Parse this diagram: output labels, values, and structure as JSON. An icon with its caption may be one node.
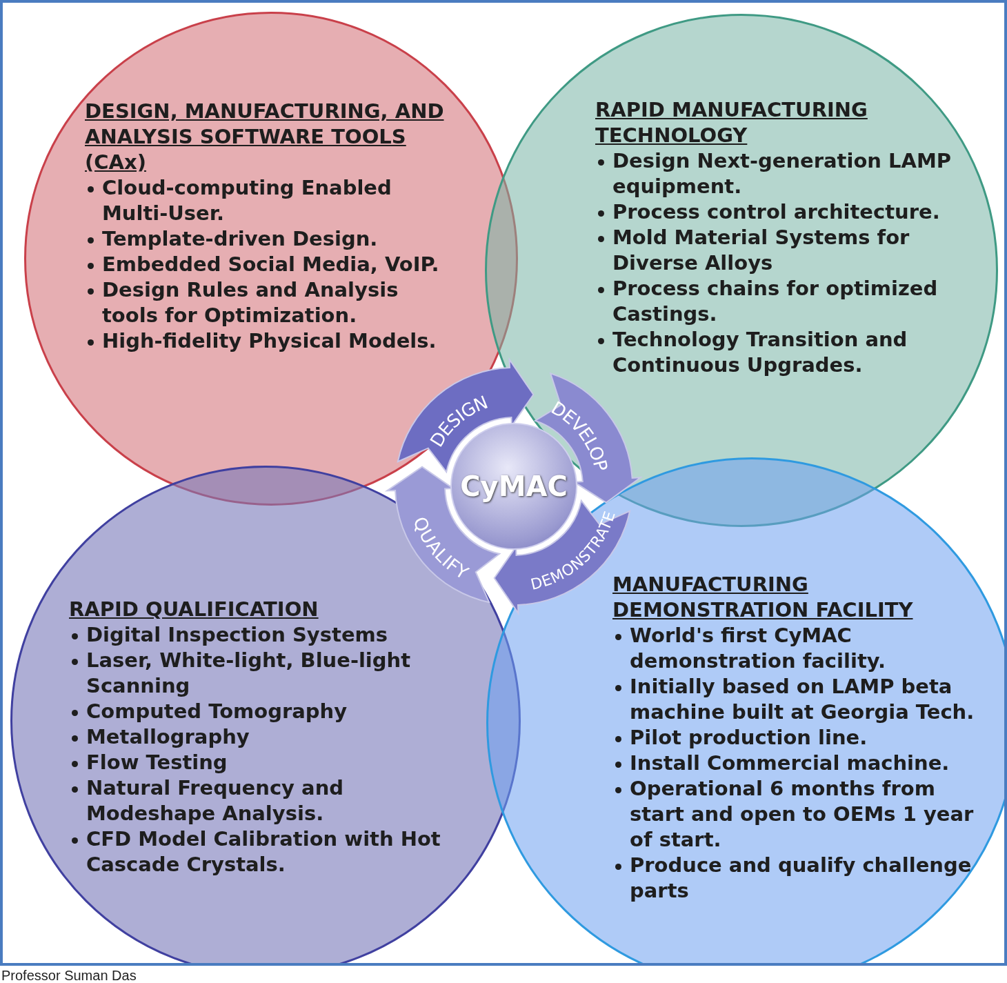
{
  "diagram": {
    "nodes": [
      {
        "text": [
          "DESIGN, MANUFACTURING, AND ANALYSIS SOFTWARE TOOLS (CAx)",
          "Cloud-computing Enabled Multi-User.",
          "Template-driven Design.",
          "Embedded Social Media, VoIP.",
          "Design Rules and Analysis tools for Optimization.",
          "High-fidelity Physical Models."
        ]
      },
      {
        "text": [
          "RAPID MANUFACTURING TECHNOLOGY",
          "Design Next-generation LAMP equipment.",
          "Process control architecture.",
          "Mold Material Systems for Diverse Alloys",
          "Process chains for optimized Castings.",
          "Technology Transition and Continuous Upgrades."
        ]
      },
      {
        "text": [
          "RAPID QUALIFICATION",
          "Digital Inspection Systems",
          "Laser, White-light, Blue-light Scanning",
          "Computed Tomography",
          "Metallography",
          "Flow Testing",
          "Natural Frequency and Modeshape Analysis.",
          "CFD Model Calibration with Hot Cascade Crystals."
        ]
      },
      {
        "text": [
          "MANUFACTURING DEMONSTRATION FACILITY",
          "World's first CyMAC demonstration facility.",
          "Initially based on LAMP beta machine built at Georgia Tech.",
          "Pilot production line.",
          "Install Commercial machine.",
          "Operational 6 months from start and open to OEMs 1 year of start.",
          "Produce and qualify challenge parts"
        ]
      },
      {
        "text": [
          "CyMAC"
        ]
      }
    ],
    "edges": [],
    "labels": [
      "DESIGN",
      "DEVELOP",
      "DEMONSTRATE",
      "QUALIFY",
      "Professor Suman Das"
    ]
  }
}
